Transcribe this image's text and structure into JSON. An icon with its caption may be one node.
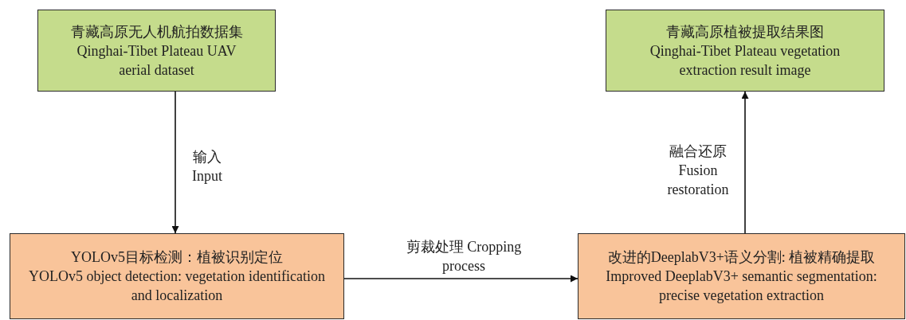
{
  "diagram": {
    "nodes": [
      {
        "text": [
          "青藏高原无人机航拍数据集",
          "Qinghai-Tibet Plateau UAV aerial dataset"
        ]
      },
      {
        "text": [
          "青藏高原植被提取结果图",
          "Qinghai-Tibet Plateau vegetation extraction result image"
        ]
      },
      {
        "text": [
          "YOLOv5目标检测：植被识别定位",
          "YOLOv5 object detection: vegetation identification and localization"
        ]
      },
      {
        "text": [
          "改进的DeeplabV3+语义分割: 植被精确提取",
          "Improved DeeplabV3+ semantic segmentation: precise vegetation extraction"
        ]
      }
    ],
    "edges": [
      {
        "from": 0,
        "to": 2,
        "arrow": "to",
        "label": "输入 Input"
      },
      {
        "from": 2,
        "to": 3,
        "arrow": "to",
        "label": "剪裁处理 Cropping process"
      },
      {
        "from": 3,
        "to": 1,
        "arrow": "to",
        "label": "融合还原 Fusion restoration"
      }
    ]
  }
}
